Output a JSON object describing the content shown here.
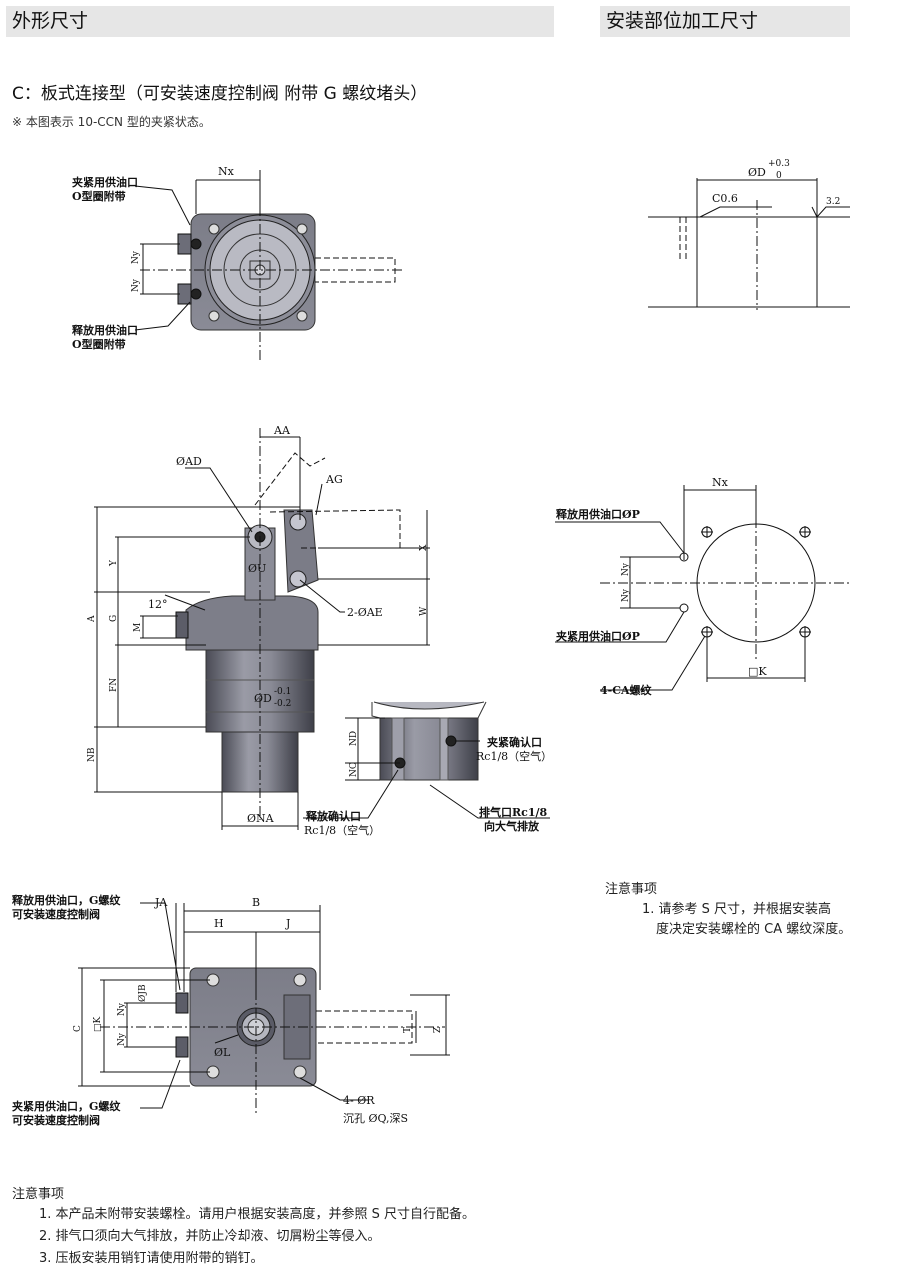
{
  "header_left": "外形尺寸",
  "header_right": "安装部位加工尺寸",
  "subtitle": "C：板式连接型（可安装速度控制阀  附带 G 螺纹堵头）",
  "note_small": "※ 本图表示 10-CCN 型的夹紧状态。",
  "fig_top": {
    "clamp_port_line1": "夹紧用供油口",
    "clamp_port_line2": "O型圈附带",
    "release_port_line1": "释放用供油口",
    "release_port_line2": "O型圈附带",
    "nx": "Nx",
    "ny": "Ny"
  },
  "fig_mount_top": {
    "d_dim": "ØD",
    "d_tol_upper": "+0.3",
    "d_tol_lower": "0",
    "chamfer": "C0.6",
    "roughness": "3.2"
  },
  "fig_side": {
    "aa": "AA",
    "ad": "ØAD",
    "ag": "AG",
    "y": "Y",
    "x": "X",
    "u": "ØU",
    "ae": "2-ØAE",
    "w": "W",
    "angle": "12°",
    "g": "G",
    "m": "M",
    "a": "A",
    "fn": "FN",
    "d": "ØD",
    "d_tol_upper": "-0.1",
    "d_tol_lower": "-0.2",
    "nb": "NB",
    "na": "ØNA",
    "nd": "ND",
    "nc": "NC",
    "clamp_confirm_line1": "夹紧确认口",
    "clamp_confirm_line2": "Rc1/8（空气）",
    "release_confirm_line1": "释放确认口",
    "release_confirm_line2": "Rc1/8（空气）",
    "exhaust_line1": "排气口Rc1/8",
    "exhaust_line2": "向大气排放"
  },
  "fig_mount_plan": {
    "nx": "Nx",
    "ny": "Ny",
    "release_port": "释放用供油口ØP",
    "clamp_port": "夹紧用供油口ØP",
    "ca_thread": "4-CA螺纹",
    "k": "□K"
  },
  "fig_bottom": {
    "release_port_line1": "释放用供油口，G螺纹",
    "release_port_line2": "可安装速度控制阀",
    "clamp_port_line1": "夹紧用供油口，G螺纹",
    "clamp_port_line2": "可安装速度控制阀",
    "ja": "JA",
    "b": "B",
    "h": "H",
    "j": "J",
    "c": "C",
    "k": "□K",
    "ny": "Ny",
    "jb": "ØJB",
    "l": "ØL",
    "t": "T",
    "z": "Z",
    "r_line1": "4- ØR",
    "r_line2": "沉孔 ØQ,深S"
  },
  "notes_right": {
    "title": "注意事项",
    "items": [
      "1. 请参考 S 尺寸，并根据安装高",
      "度决定安装螺栓的 CA 螺纹深度。"
    ]
  },
  "notes_bottom": {
    "title": "注意事项",
    "items": [
      "1. 本产品未附带安装螺栓。请用户根据安装高度，并参照 S 尺寸自行配备。",
      "2. 排气口须向大气排放，并防止冷却液、切屑粉尘等侵入。",
      "3. 压板安装用销钉请使用附带的销钉。"
    ]
  }
}
